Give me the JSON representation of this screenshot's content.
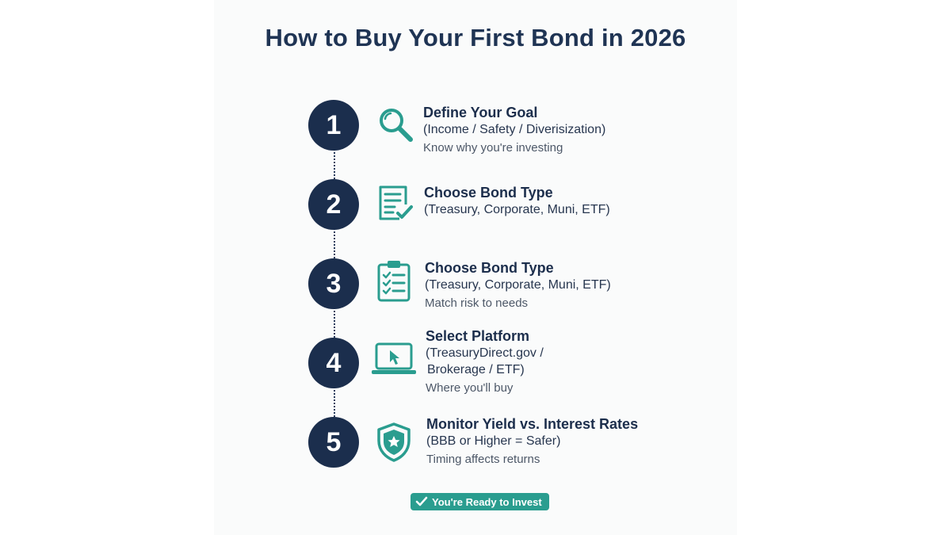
{
  "title": "How to Buy Your First Bond in 2026",
  "colors": {
    "navy": "#1b2e4d",
    "teal": "#2a9d8f"
  },
  "steps": [
    {
      "number": "1",
      "icon": "magnifier-icon",
      "heading": "Define Your Goal",
      "lines": [
        "(Income / Safety / Diverisization)"
      ],
      "note": "Know why you're investing"
    },
    {
      "number": "2",
      "icon": "checklist-icon",
      "heading": "Choose Bond Type",
      "lines": [
        "(Treasury, Corporate, Muni, ETF)"
      ],
      "note": ""
    },
    {
      "number": "3",
      "icon": "clipboard-icon",
      "heading": "Choose Bond Type",
      "lines": [
        "(Treasury, Corporate, Muni, ETF)"
      ],
      "note": "Match risk to needs"
    },
    {
      "number": "4",
      "icon": "laptop-icon",
      "heading": "Select Platform",
      "lines": [
        "(TreasuryDirect.gov /",
        "Brokerage / ETF)"
      ],
      "note": "Where you'll buy"
    },
    {
      "number": "5",
      "icon": "shield-star-icon",
      "heading": "Monitor Yield vs. Interest Rates",
      "lines": [
        "(BBB or Higher = Safer)"
      ],
      "note": "Timing affects returns"
    }
  ],
  "badge": {
    "label": "You're Ready to Invest",
    "icon": "check-icon"
  }
}
